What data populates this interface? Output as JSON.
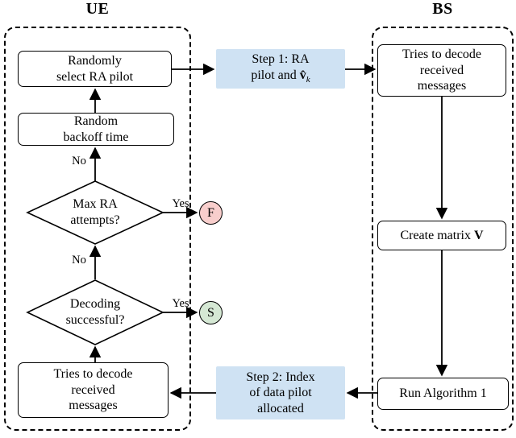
{
  "titles": {
    "ue": "UE",
    "bs": "BS"
  },
  "ue": {
    "select_pilot": "Randomly\nselect RA pilot",
    "backoff": "Random\nbackoff time",
    "max_ra": "Max RA\nattempts?",
    "decoding": "Decoding\nsuccessful?",
    "decode_box": "Tries to decode\nreceived\nmessages"
  },
  "bs": {
    "decode_box": "Tries to decode\nreceived\nmessages",
    "create_matrix_prefix": "Create matrix ",
    "matrix_symbol": "V",
    "run_algorithm": "Run Algorithm 1"
  },
  "steps": {
    "step1_text": "Step 1: RA\npilot and ",
    "step1_symbol": "v̂",
    "step1_subscript": "k",
    "step2": "Step 2: Index\nof data pilot\nallocated"
  },
  "labels": {
    "no_max_ra": "No",
    "yes_max_ra": "Yes",
    "no_decoding": "No",
    "yes_decoding": "Yes",
    "fail": "F",
    "success": "S"
  },
  "colors": {
    "step_box_bg": "#cfe2f3",
    "fail_circle_bg": "#f8cecc",
    "success_circle_bg": "#d5e8d4",
    "line_color": "#000000"
  }
}
